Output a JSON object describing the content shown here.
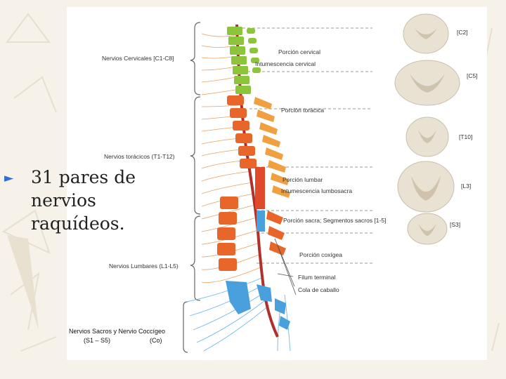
{
  "slide": {
    "bullet_marker": "►",
    "bullet_lines": [
      "31 pares de",
      "nervios",
      "raquídeos."
    ]
  },
  "diagram": {
    "left_labels": {
      "cervical": "Nervios Cervicales [C1-C8]",
      "thoracic": "Nervios torácicos (T1-T12)",
      "lumbar": "Nervios Lumbares (L1-L5)"
    },
    "right_labels": {
      "porcion_cervical": "Porción cervical",
      "intumescencia_cervical": "Intumescencia cervical",
      "porcion_toracica": "Porción torácica",
      "porcion_lumbar": "Porción lumbar",
      "intumescencia_lumbosacra": "Intumescencia lumbosacra",
      "porcion_sacra": "Porción sacra; Segmentos sacros [1-5]",
      "porcion_coxigea": "Porción coxígea",
      "filum_terminal": "Filum terminal",
      "cola_caballo": "Cola de caballo"
    },
    "sections": [
      "[C2]",
      "[C5]",
      "[T10]",
      "[L3]",
      "[S3]"
    ],
    "caption": {
      "line1": "Nervios Sacros  y Nervio Coccígeo",
      "line2_left": "(S1 – S5)",
      "line2_right": "(Co)"
    },
    "colors": {
      "cervical": "#8cc43c",
      "thoracic": "#f0a040",
      "lumbar": "#e8662a",
      "sacral": "#4aa0dc",
      "spinal_cord": "#b0302a",
      "cord_section": "#e9e1d2"
    }
  }
}
